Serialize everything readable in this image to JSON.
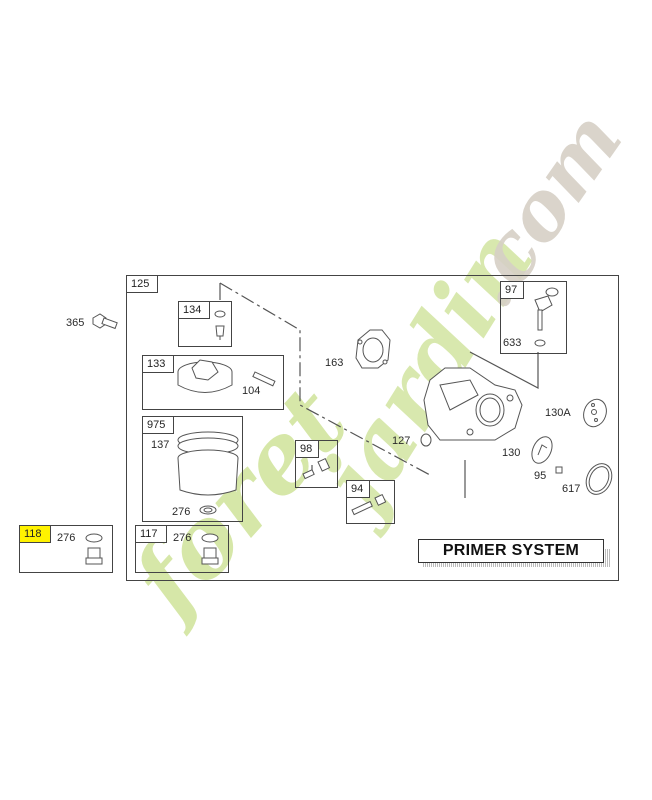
{
  "diagram": {
    "title": "PRIMER SYSTEM",
    "main_kit": {
      "ref": "125"
    },
    "callouts": {
      "c365": "365",
      "c134": "134",
      "c133": "133",
      "c104": "104",
      "c975": "975",
      "c137": "137",
      "c276a": "276",
      "c117": "117",
      "c276b": "276",
      "c118": "118",
      "c276c": "276",
      "c98": "98",
      "c94": "94",
      "c163": "163",
      "c127": "127",
      "c97": "97",
      "c633": "633",
      "c130A": "130A",
      "c130": "130",
      "c95": "95",
      "c617": "617"
    },
    "highlight": {
      "ref": "118",
      "color": "#fff200"
    }
  },
  "watermark": {
    "part1": "foret",
    "part2": "jardin",
    "part3": ".com",
    "colors": {
      "green": "#c8e08a",
      "orange": "#f6c27a",
      "gray": "#cfc9bf"
    }
  }
}
